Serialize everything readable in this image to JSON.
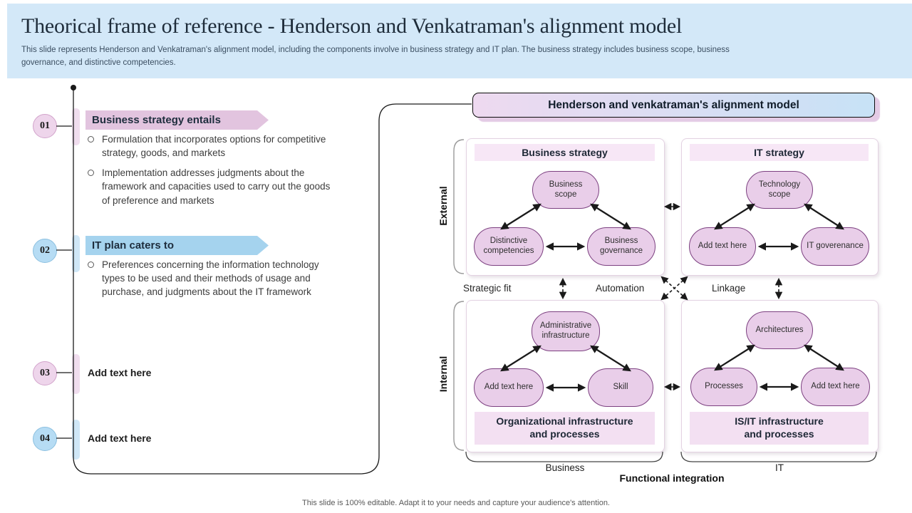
{
  "slide": {
    "title": "Theorical frame of reference - Henderson and Venkatraman's alignment model",
    "subtitle": "This slide represents Henderson and Venkatraman's alignment model, including the components involve in business strategy and IT plan. The business strategy includes business scope, business governance, and distinctive competencies.",
    "footer": "This slide is 100% editable. Adapt it to your needs and capture your audience's attention."
  },
  "left_items": [
    {
      "number": "01",
      "label": "Business strategy entails",
      "bullets": [
        "Formulation that incorporates options for competitive strategy, goods, and markets",
        "Implementation addresses judgments about the framework and capacities used to carry out the goods of preference and markets"
      ]
    },
    {
      "number": "02",
      "label": "IT plan caters to",
      "bullets": [
        "Preferences concerning the information technology types to be used and their methods of usage and purchase, and judgments about the IT framework"
      ]
    },
    {
      "number": "03",
      "label": "Add text here",
      "bullets": []
    },
    {
      "number": "04",
      "label": "Add text here",
      "bullets": []
    }
  ],
  "diagram": {
    "header": "Henderson and venkatraman's alignment model",
    "quadrants": {
      "top_left": {
        "band": "Business strategy",
        "nodes": [
          "Business scope",
          "Distinctive competencies",
          "Business governance"
        ]
      },
      "top_right": {
        "band": "IT strategy",
        "nodes": [
          "Technology scope",
          "Add text here",
          "IT goverenance"
        ]
      },
      "bottom_left": {
        "band_line1": "Organizational infrastructure",
        "band_line2": "and processes",
        "nodes": [
          "Administrative infrastructure",
          "Add text here",
          "Skill"
        ]
      },
      "bottom_right": {
        "band_line1": "IS/IT infrastructure",
        "band_line2": "and processes",
        "nodes": [
          "Architectures",
          "Processes",
          "Add text here"
        ]
      }
    },
    "mid_labels": {
      "strategic_fit": "Strategic fit",
      "automation": "Automation",
      "linkage": "Linkage"
    },
    "side_labels": {
      "external": "External",
      "internal": "Internal"
    },
    "bottom_labels": {
      "business": "Business",
      "it": "IT",
      "functional_integration": "Functional integration"
    }
  },
  "colors": {
    "top_band_blue": "#d3e8f8",
    "banner_pink": "#e2c4df",
    "banner_blue": "#a5d3ee",
    "oval_fill": "#e9cee9",
    "oval_border": "#7c4080",
    "panel_band_pink": "#f7e7f6",
    "header_gradient_left": "#eed9f0",
    "header_gradient_right": "#c7e2f6"
  }
}
